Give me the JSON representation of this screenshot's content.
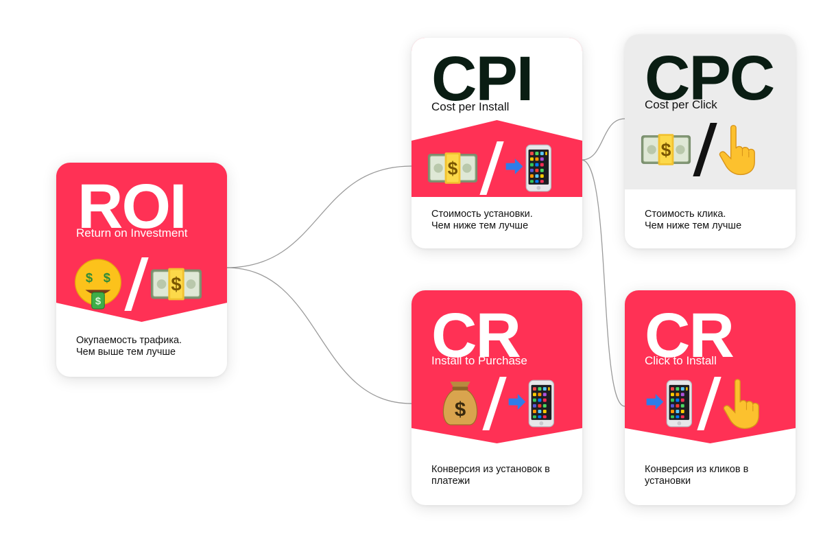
{
  "colors": {
    "accent": "#ff3155",
    "gray_header": "#ececec",
    "dark_title": "#0a1d13",
    "connector": "#9a9a9a"
  },
  "cards": {
    "roi": {
      "abbr": "ROI",
      "subtitle": "Return on Investment",
      "icons": [
        "money-mouth-face-icon",
        "dollar-banknote-icon"
      ],
      "description": "Окупаемость трафика.\nЧем выше тем лучше"
    },
    "cpi": {
      "abbr": "CPI",
      "subtitle": "Cost per Install",
      "icons": [
        "dollar-banknote-icon",
        "mobile-arrow-icon"
      ],
      "description": "Стоимость установки.\nЧем ниже тем лучше"
    },
    "cpc": {
      "abbr": "CPC",
      "subtitle": "Cost per Click",
      "icons": [
        "dollar-banknote-icon",
        "pointing-hand-icon"
      ],
      "description": "Стоимость клика.\nЧем ниже тем лучше"
    },
    "cr_purchase": {
      "abbr": "CR",
      "subtitle": "Install to Purchase",
      "icons": [
        "money-bag-icon",
        "mobile-arrow-icon"
      ],
      "description": "Конверсия из установок в\nплатежи"
    },
    "cr_install": {
      "abbr": "CR",
      "subtitle": "Click to Install",
      "icons": [
        "mobile-arrow-icon",
        "pointing-hand-icon"
      ],
      "description": "Конверсия из кликов в\nустановки"
    }
  }
}
